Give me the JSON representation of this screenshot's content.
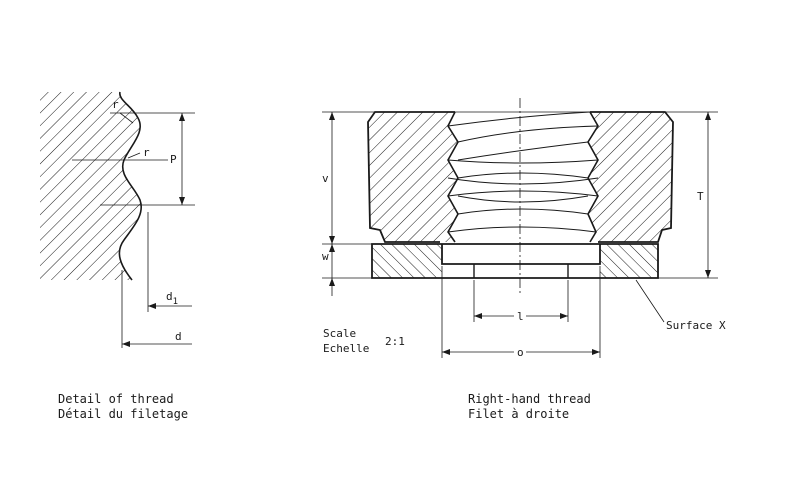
{
  "thread_detail": {
    "dimensions": {
      "r_top": "r",
      "r_mid": "r",
      "pitch": "P",
      "minor_diameter": "d",
      "minor_diameter_subscript": "1",
      "major_diameter": "d"
    },
    "caption": {
      "en": "Detail of thread",
      "fr": "Détail du filetage"
    }
  },
  "nut_section": {
    "dimensions": {
      "v": "v",
      "w": "w",
      "T": "T",
      "l": "l",
      "o": "o"
    },
    "surface_label": "Surface X",
    "scale": {
      "en": "Scale",
      "fr": "Echelle",
      "ratio": "2:1"
    },
    "caption": {
      "en": "Right-hand thread",
      "fr": "Filet à droite"
    }
  }
}
